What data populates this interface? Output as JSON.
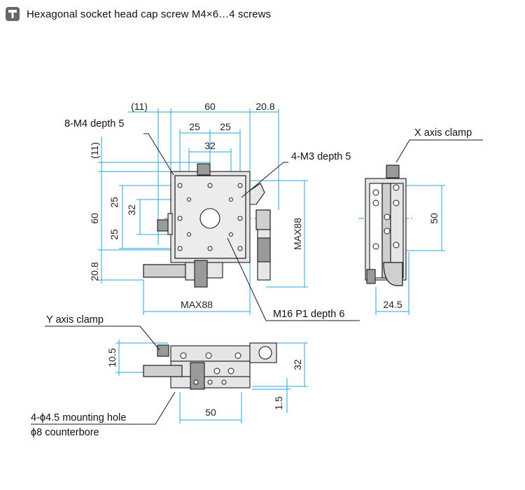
{
  "header": {
    "icon": "socket-screw-icon",
    "text": "Hexagonal socket head cap screw M4×6…4 screws"
  },
  "top_view": {
    "dim_11_top": "(11)",
    "dim_60_top": "60",
    "dim_20_8_top": "20.8",
    "dim_25_a": "25",
    "dim_25_b": "25",
    "dim_32_top": "32",
    "dim_11_left": "(11)",
    "dim_60_left": "60",
    "dim_25_left_a": "25",
    "dim_32_left": "32",
    "dim_25_left_b": "25",
    "dim_20_8_left": "20.8",
    "dim_max88_bottom": "MAX88",
    "dim_max88_right": "MAX88",
    "label_8m4": "8-M4 depth 5",
    "label_4m3": "4-M3 depth 5",
    "label_m16": "M16 P1 depth 6"
  },
  "side_view": {
    "label_x_clamp": "X axis clamp",
    "dim_50": "50",
    "dim_24_5": "24.5"
  },
  "front_view": {
    "label_y_clamp": "Y axis clamp",
    "dim_10_5": "10.5",
    "dim_32": "32",
    "dim_1_5": "1.5",
    "dim_50": "50",
    "label_mount_1": "4-ϕ4.5 mounting hole",
    "label_mount_2": "ϕ8 counterbore"
  }
}
